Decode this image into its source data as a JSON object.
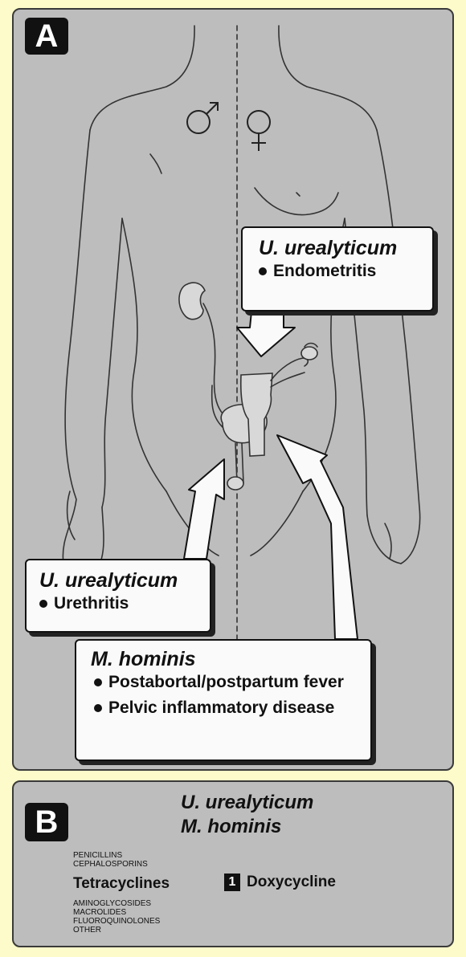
{
  "panel_a": {
    "label": "A",
    "symbols": {
      "male": "♂",
      "female": "♀"
    },
    "callouts": [
      {
        "organism": "U. urealyticum",
        "items": [
          "Endometritis"
        ]
      },
      {
        "organism": "U. urealyticum",
        "items": [
          "Urethritis"
        ]
      },
      {
        "organism": "M. hominis",
        "items": [
          "Postabortal/postpartum fever",
          "Pelvic inflammatory disease"
        ]
      }
    ]
  },
  "panel_b": {
    "label": "B",
    "organisms": [
      "U. urealyticum",
      "M. hominis"
    ],
    "drug_classes_top": [
      "PENICILLINS",
      "CEPHALOSPORINS"
    ],
    "effective_class": "Tetracyclines",
    "drug_rank": "1",
    "drug_of_choice": "Doxycycline",
    "drug_classes_bottom": [
      "AMINOGLYCOSIDES",
      "MACROLIDES",
      "FLUOROQUINOLONES",
      "OTHER"
    ]
  }
}
